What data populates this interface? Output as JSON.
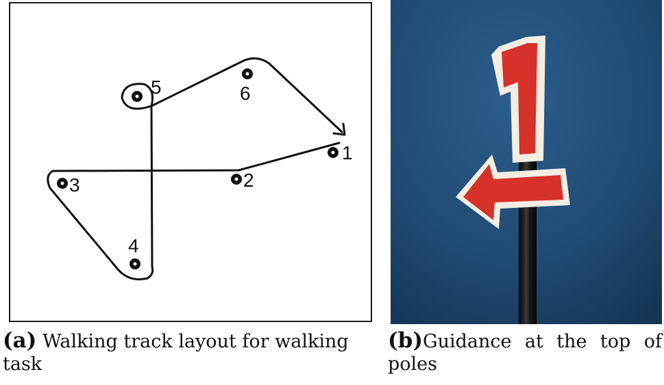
{
  "figure": {
    "panel_a": {
      "tag": "(a)",
      "caption": "Walking track layout for walking task",
      "pole_labels": [
        "1",
        "2",
        "3",
        "4",
        "5",
        "6"
      ]
    },
    "panel_b": {
      "tag": "(b)",
      "caption": "Guidance at the top of poles",
      "sign_number": "1",
      "sign_icon": "left-arrow-icon",
      "colors": {
        "background": "#1f4a72",
        "sign_red": "#d7322a",
        "pole": "#141414"
      }
    }
  }
}
